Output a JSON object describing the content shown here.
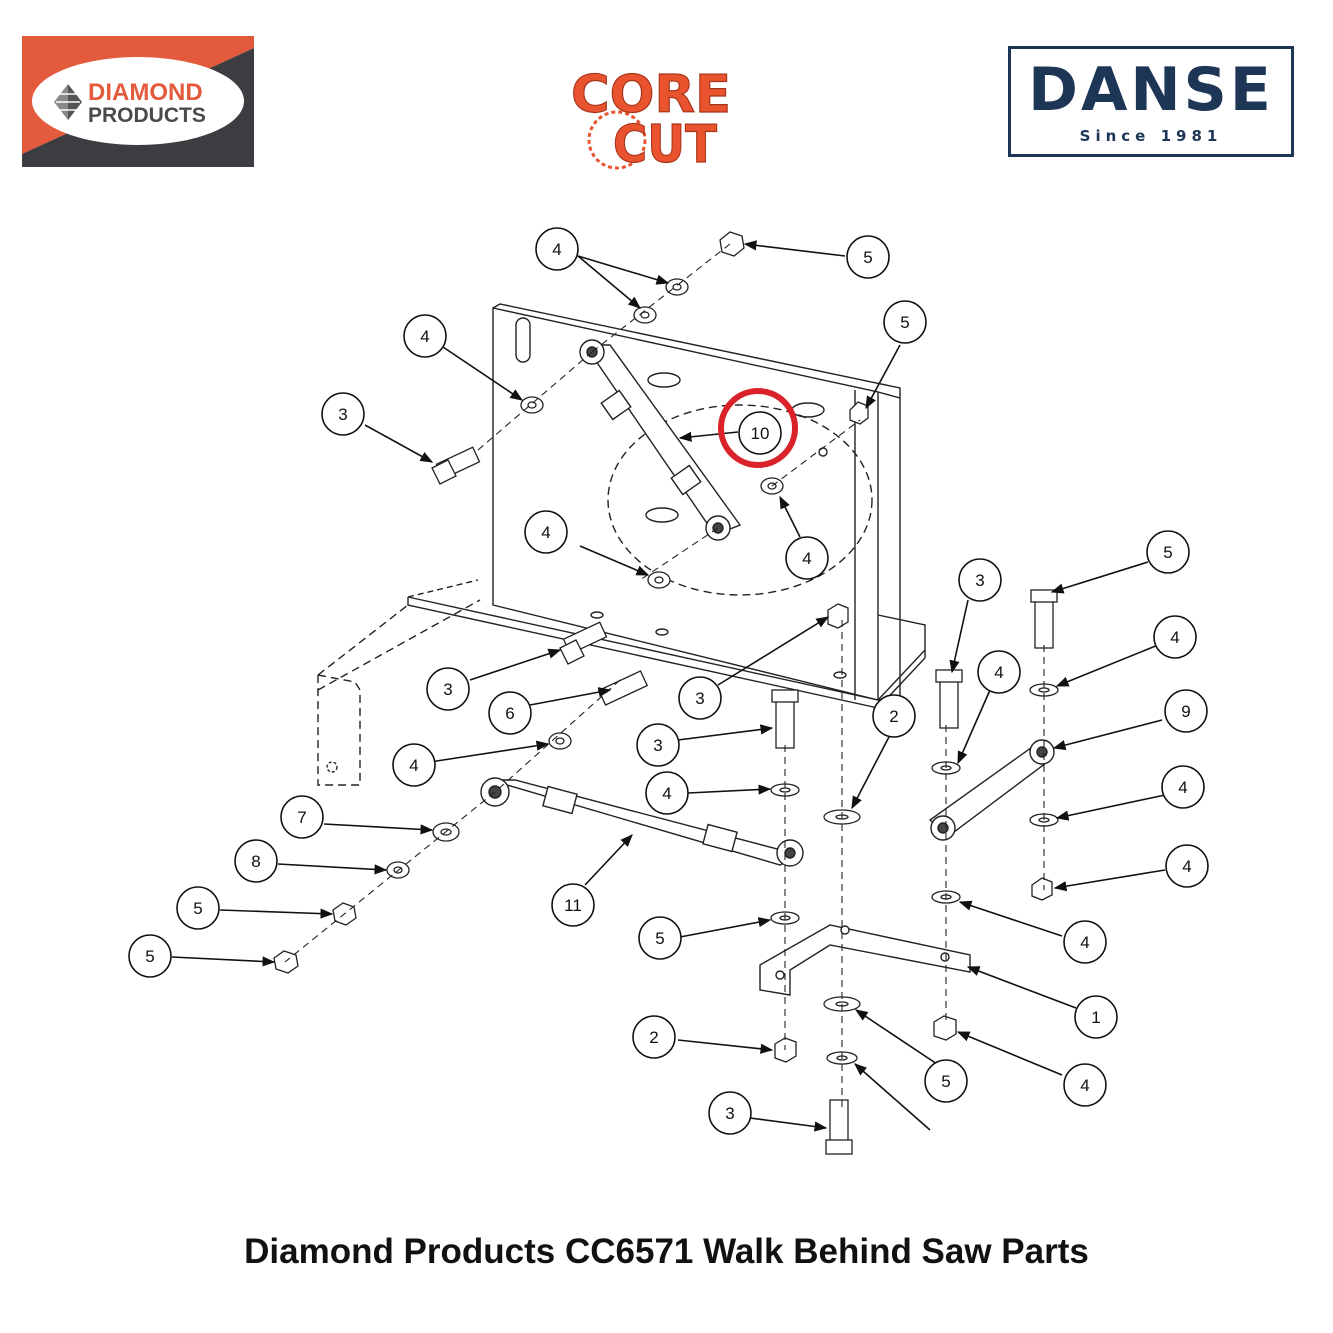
{
  "logos": {
    "diamond": {
      "line1": "DIAMOND",
      "line2": "PRODUCTS",
      "colors": {
        "orange": "#e45a3c",
        "dark": "#3d3c41"
      }
    },
    "corecut": {
      "line1": "CORE",
      "line2": "CUT",
      "color": "#e9532e"
    },
    "danse": {
      "name": "DANSE",
      "tagline": "Since 1981",
      "color": "#1e3656"
    }
  },
  "diagram": {
    "highlight_color": "#d9222a",
    "highlighted_item": "10",
    "callouts": [
      {
        "label": "4"
      },
      {
        "label": "5"
      },
      {
        "label": "5"
      },
      {
        "label": "4"
      },
      {
        "label": "3"
      },
      {
        "label": "10"
      },
      {
        "label": "4"
      },
      {
        "label": "4"
      },
      {
        "label": "3"
      },
      {
        "label": "5"
      },
      {
        "label": "6"
      },
      {
        "label": "4"
      },
      {
        "label": "3"
      },
      {
        "label": "3"
      },
      {
        "label": "3"
      },
      {
        "label": "4"
      },
      {
        "label": "4"
      },
      {
        "label": "9"
      },
      {
        "label": "4"
      },
      {
        "label": "2"
      },
      {
        "label": "4"
      },
      {
        "label": "7"
      },
      {
        "label": "8"
      },
      {
        "label": "5"
      },
      {
        "label": "11"
      },
      {
        "label": "4"
      },
      {
        "label": "4"
      },
      {
        "label": "5"
      },
      {
        "label": "1"
      },
      {
        "label": "5"
      },
      {
        "label": "2"
      },
      {
        "label": "5"
      },
      {
        "label": "3"
      },
      {
        "label": "4"
      }
    ]
  },
  "caption": "Diamond Products CC6571 Walk Behind Saw Parts"
}
